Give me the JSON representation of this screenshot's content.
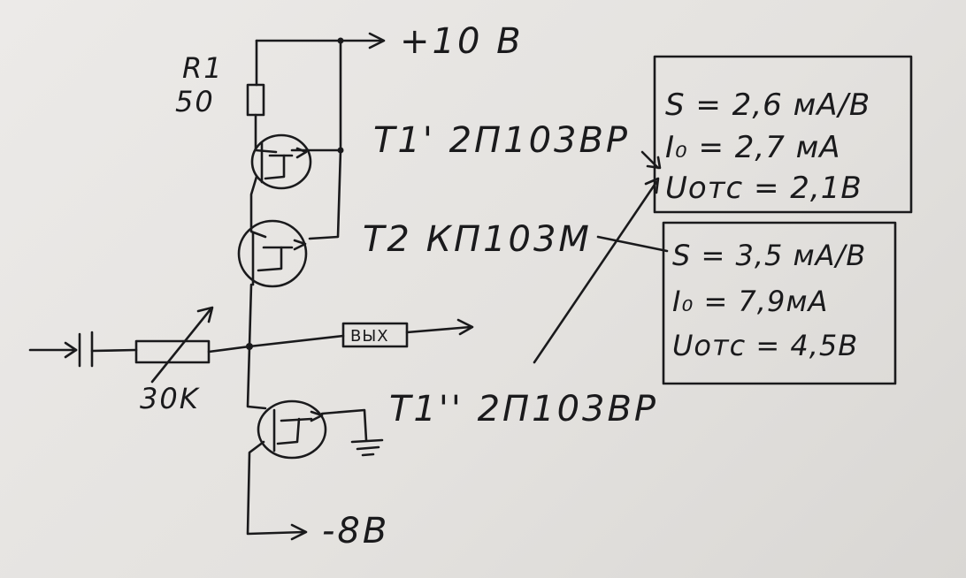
{
  "supply": {
    "positive": "+10 В",
    "negative": "-8В"
  },
  "resistor_r1": {
    "name": "R1",
    "value": "50"
  },
  "transistors": {
    "t1_upper": "T1' 2П103ВР",
    "t2": "T2 КП103М",
    "t1_lower": "T1'' 2П103ВР"
  },
  "input_resistor": "30K",
  "output_label": "ВЫХ",
  "params_box_1": {
    "s": "S = 2,6 мА/В",
    "i0": "I₀ = 2,7 мА",
    "uots": "Uотс = 2,1В"
  },
  "params_box_2": {
    "s": "S = 3,5 мА/В",
    "i0": "I₀ = 7,9мА",
    "uots": "Uотс = 4,5В"
  }
}
